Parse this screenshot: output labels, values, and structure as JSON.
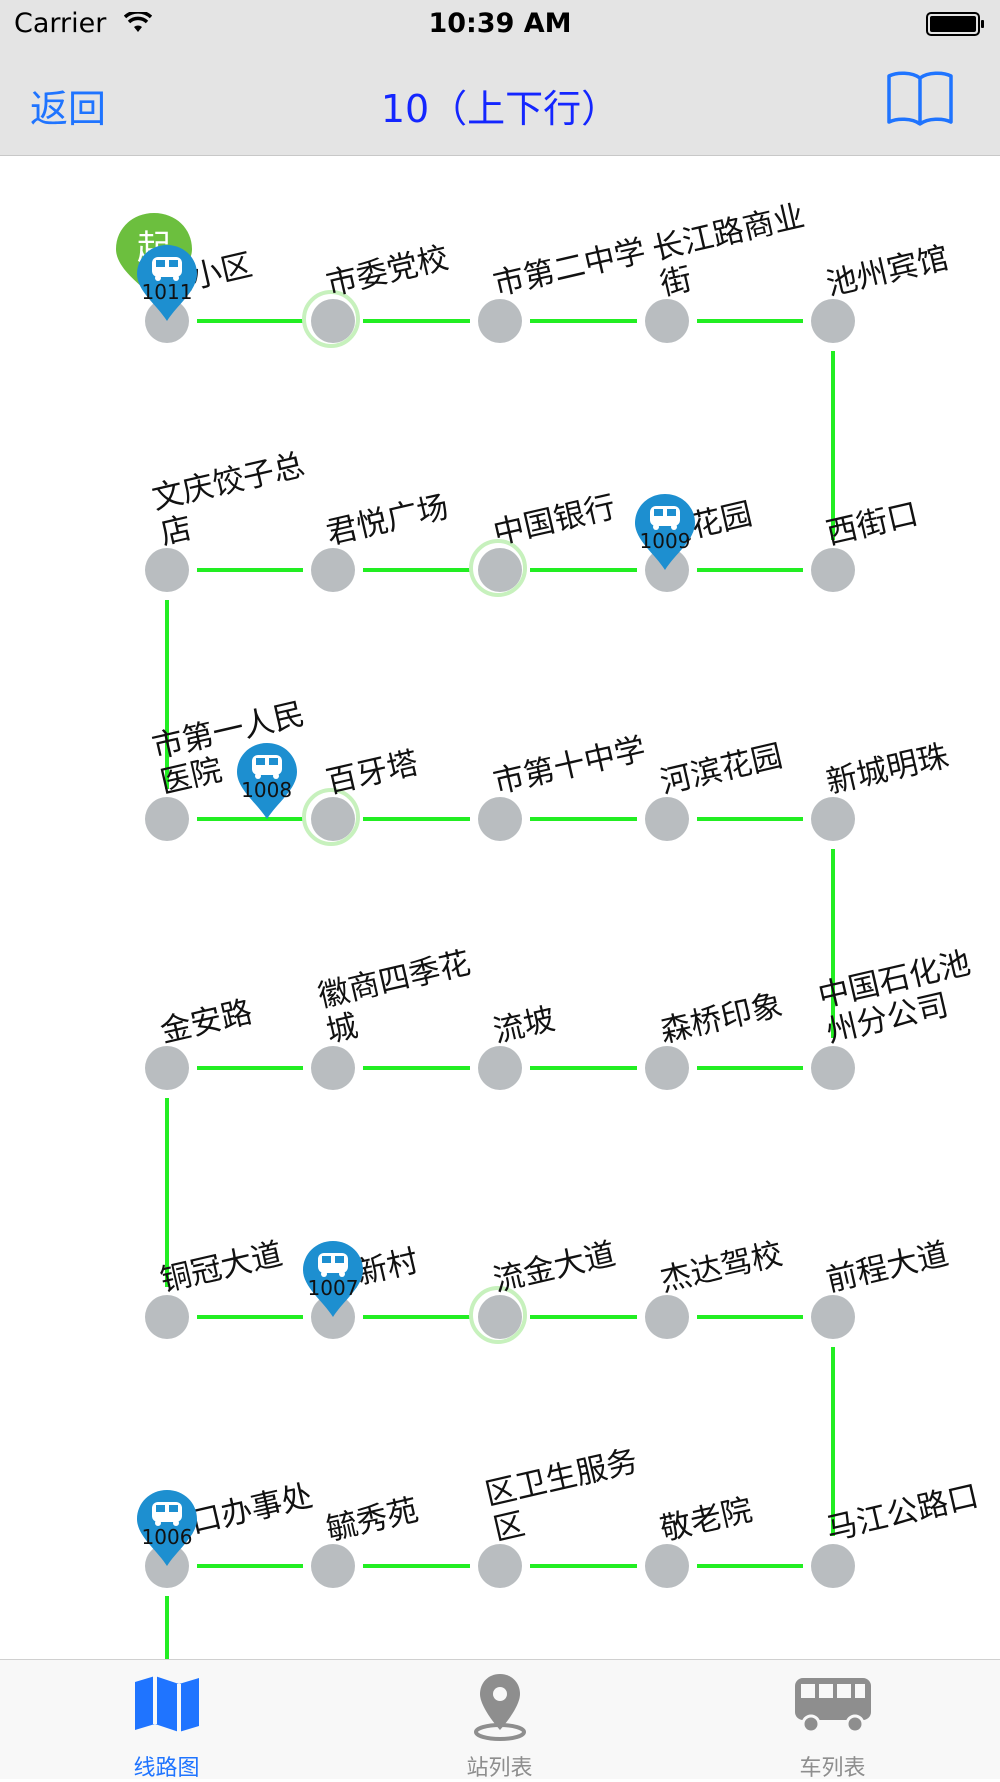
{
  "status_bar": {
    "carrier": "Carrier",
    "time": "10:39 AM"
  },
  "nav": {
    "back_label": "返回",
    "title": "10（上下行）"
  },
  "stations": [
    [
      "光小区",
      "市委党校",
      "市第二中学",
      "长江路商业\n街",
      "池州宾馆"
    ],
    [
      "文庆饺子总\n店",
      "君悦广场",
      "中国银行",
      "浦花园",
      "西街口"
    ],
    [
      "市第一人民\n医院",
      "百牙塔",
      "市第十中学",
      "河滨花园",
      "新城明珠"
    ],
    [
      "金安路",
      "徽商四季花\n城",
      "流坡",
      "森桥印象",
      "中国石化池\n州分公司"
    ],
    [
      "铜冠大道",
      "宾新村",
      "流金大道",
      "杰达驾校",
      "前程大道"
    ],
    [
      "江口办事处",
      "毓秀苑",
      "区卫生服务\n区",
      "敬老院",
      "马江公路口"
    ]
  ],
  "highlighted_stations": [
    [
      0,
      1
    ],
    [
      1,
      2
    ],
    [
      2,
      1
    ],
    [
      4,
      2
    ]
  ],
  "buses": [
    {
      "number": "1011",
      "row": 0,
      "col": 0
    },
    {
      "number": "1009",
      "row": 1,
      "col": 3
    },
    {
      "number": "1008",
      "row": 2,
      "col": 0.6
    },
    {
      "number": "1007",
      "row": 4,
      "col": 1
    },
    {
      "number": "1006",
      "row": 5,
      "col": 0
    }
  ],
  "start_badge": {
    "label": "起"
  },
  "tabs": [
    {
      "label": "线路图",
      "icon": "map-icon",
      "active": true
    },
    {
      "label": "站列表",
      "icon": "location-pin-icon",
      "active": false
    },
    {
      "label": "车列表",
      "icon": "bus-icon",
      "active": false
    }
  ],
  "colors": {
    "accent": "#1f74ff",
    "title": "#1426ff",
    "route_line": "#22ee22",
    "station": "#b9bdc0",
    "bus_pin": "#1d8fd0",
    "start_badge": "#6cbf3e",
    "tab_inactive": "#8e8e8e"
  }
}
